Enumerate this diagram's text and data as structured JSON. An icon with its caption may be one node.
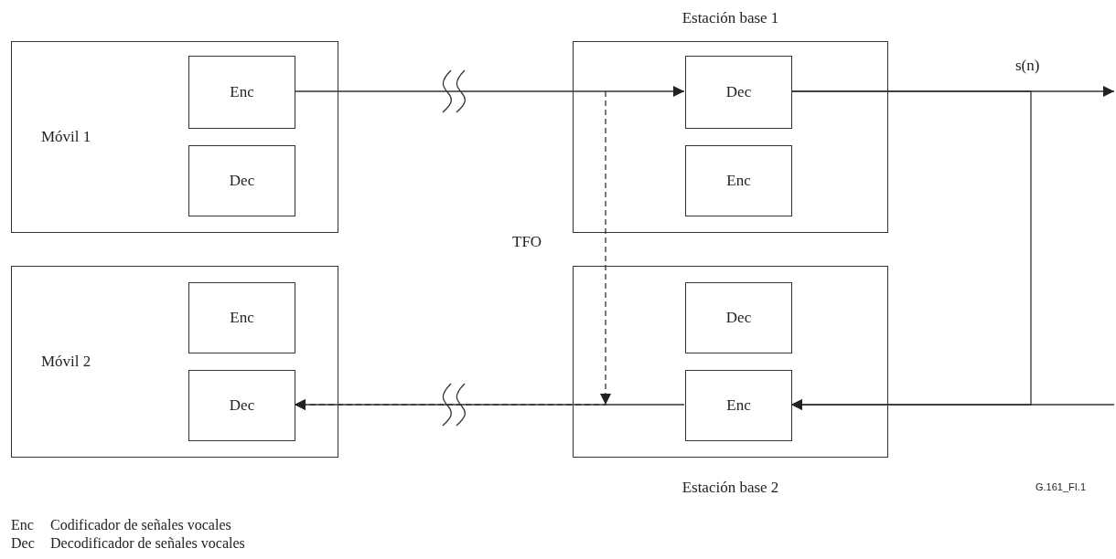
{
  "diagram": {
    "nodes": [
      {
        "text": [
          "Móvil 1"
        ]
      },
      {
        "text": [
          "Enc"
        ],
        "in": 0
      },
      {
        "text": [
          "Dec"
        ],
        "in": 0
      },
      {
        "text": [
          "Estación base 1"
        ]
      },
      {
        "text": [
          "Dec"
        ],
        "in": 3
      },
      {
        "text": [
          "Enc"
        ],
        "in": 3
      },
      {
        "text": [
          "Móvil 2"
        ]
      },
      {
        "text": [
          "Enc"
        ],
        "in": 6
      },
      {
        "text": [
          "Dec"
        ],
        "in": 6
      },
      {
        "text": [
          "Estación base 2"
        ]
      },
      {
        "text": [
          "Dec"
        ],
        "in": 9
      },
      {
        "text": [
          "Enc"
        ],
        "in": 9
      }
    ],
    "edges": [
      {
        "from": 1,
        "to": 4,
        "arrow": "to"
      },
      {
        "from": 4,
        "to": null,
        "arrow": "to",
        "label": "s(n)"
      },
      {
        "from": 4,
        "to": 11,
        "arrow": "to"
      },
      {
        "from": null,
        "to": 11,
        "arrow": "to"
      },
      {
        "from": 11,
        "to": 8,
        "arrow": "to"
      },
      {
        "from": null,
        "to": 8,
        "arrow": "to",
        "style": "dashed",
        "label": "TFO"
      }
    ],
    "labels": [
      "G.161_FI.1",
      "Enc",
      "Codificador de señales vocales",
      "Dec",
      "Decodificador de señales vocales"
    ]
  }
}
